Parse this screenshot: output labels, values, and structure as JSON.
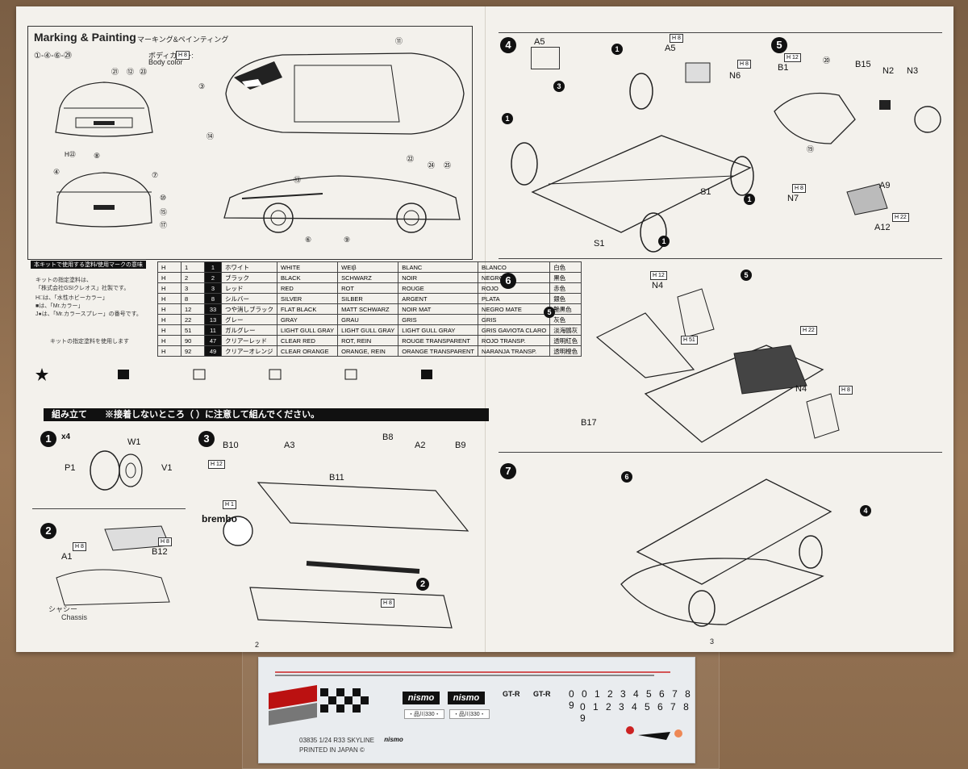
{
  "left_page": {
    "title": "Marking & Painting",
    "title_jp": "マーキング&ペインティング",
    "marking_decals": "①-④-⑥-㉙",
    "body_color_jp": "ボディカラー:",
    "body_color_en": "Body color",
    "body_color_code": "H 8",
    "callouts": {
      "c21": "㉑",
      "c12": "⑫",
      "c23": "㉓",
      "c3": "③",
      "c11": "⑪",
      "c14": "⑭",
      "c22": "㉒",
      "h22": "H㉒",
      "c8": "⑧",
      "c4": "④",
      "c7": "⑦",
      "c10": "⑩",
      "c15": "⑮",
      "c17": "⑰",
      "c13": "⑬",
      "c6": "⑥",
      "c9": "⑨",
      "c24": "㉔",
      "c25": "㉕"
    },
    "paint_table_title": "本キットで使用する塗料/使用マークの意味",
    "paint_table": [
      [
        "H",
        "1",
        "1",
        "ホワイト",
        "WHITE",
        "WEIβ",
        "BLANC",
        "BLANCO",
        "白色"
      ],
      [
        "H",
        "2",
        "2",
        "ブラック",
        "BLACK",
        "SCHWARZ",
        "NOIR",
        "NEGRO",
        "黒色"
      ],
      [
        "H",
        "3",
        "3",
        "レッド",
        "RED",
        "ROT",
        "ROUGE",
        "ROJO",
        "赤色"
      ],
      [
        "H",
        "8",
        "8",
        "シルバー",
        "SILVER",
        "SILBER",
        "ARGENT",
        "PLATA",
        "銀色"
      ],
      [
        "H",
        "12",
        "33",
        "つや消しブラック",
        "FLAT BLACK",
        "MATT SCHWARZ",
        "NOIR MAT",
        "NEGRO MATE",
        "艶黒色"
      ],
      [
        "H",
        "22",
        "13",
        "グレー",
        "GRAY",
        "GRAU",
        "GRIS",
        "GRIS",
        "灰色"
      ],
      [
        "H",
        "51",
        "11",
        "ガルグレー",
        "LIGHT GULL GRAY",
        "LIGHT GULL GRAY",
        "LIGHT GULL GRAY",
        "GRIS GAVIOTA CLARO",
        "淡海鷗灰"
      ],
      [
        "H",
        "90",
        "47",
        "クリアーレッド",
        "CLEAR RED",
        "ROT, REIN",
        "ROUGE TRANSPARENT",
        "ROJO TRANSP.",
        "透明紅色"
      ],
      [
        "H",
        "92",
        "49",
        "クリアーオレンジ",
        "CLEAR ORANGE",
        "ORANGE, REIN",
        "ORANGE TRANSPARENT",
        "NARANJA TRANSP.",
        "透明橙色"
      ]
    ],
    "notes": [
      "キットの指定塗料は、",
      "「株式会社GSIクレオス」社製です。",
      "H□は、「水性ホビーカラー」",
      "■は、「Mr.カラー」",
      "J●は、「Mr.カラースプレー」の番号です。",
      "キットの指定塗料を使用します"
    ],
    "assembly_bar": "組み立て　　※接着しないところ（ ）に注意して組んでください。",
    "step1_labels": {
      "p1": "P1",
      "w1": "W1",
      "v1": "V1",
      "x4": "x4"
    },
    "step2_labels": {
      "a1": "A1",
      "b12": "B12",
      "h8a": "H 8",
      "h8b": "H 8",
      "chassis_jp": "シャシー",
      "chassis_en": "Chassis"
    },
    "step3_labels": {
      "b10": "B10",
      "a3": "A3",
      "b8": "B8",
      "a2": "A2",
      "b9": "B9",
      "b11": "B11",
      "brembo": "brembo",
      "h1": "H 1",
      "h8": "H 8",
      "h12": "H 12"
    },
    "page_number": "2"
  },
  "right_page": {
    "step4_labels": {
      "a5box": "A5",
      "a5": "A5",
      "n6": "N6",
      "s1a": "S1",
      "s1b": "S1",
      "h8a": "H 8",
      "h8b": "H 8"
    },
    "step5_labels": {
      "b1": "B1",
      "b15": "B15",
      "n2": "N2",
      "n3": "N3",
      "a9": "A9",
      "n7": "N7",
      "a12": "A12",
      "c19": "⑲",
      "c20": "⑳",
      "h12": "H 12",
      "h22": "H 22",
      "h8": "H 8"
    },
    "step6_labels": {
      "n4a": "N4",
      "n4b": "N4",
      "b17": "B17",
      "h12": "H 12",
      "h22": "H 22",
      "h51": "H 51",
      "h8": "H 8"
    },
    "step7_labels": {
      "l6": "6",
      "l4": "4"
    },
    "page_number": "3"
  },
  "decal_sheet": {
    "nismo": "nismo",
    "plate": "・品川330・",
    "gtr": "GT-R",
    "digits_row1": "0 0 1 2 3 4 5 6 7 8 9",
    "digits_row2": "0 1 2 3 4 5 6 7 8 9",
    "footer": "03835  1/24  R33 SKYLINE",
    "footer_brand": "nismo",
    "printed": "PRINTED IN JAPAN ©"
  }
}
